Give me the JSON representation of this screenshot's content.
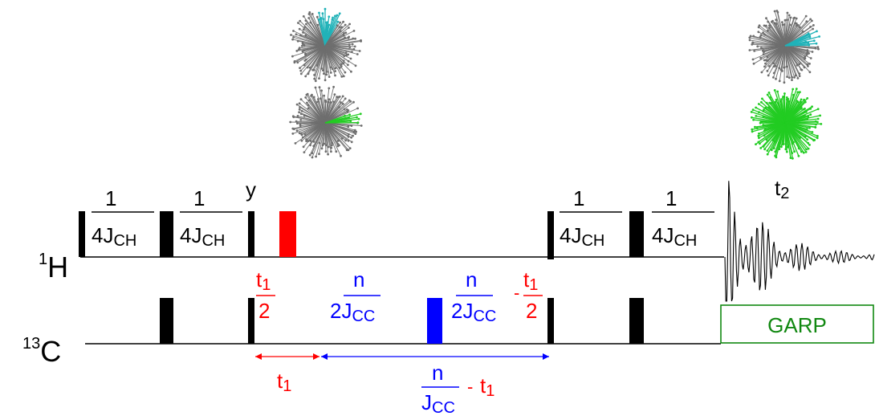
{
  "labels": {
    "h_nucleus": {
      "mass": "1",
      "symbol": "H"
    },
    "c_nucleus": {
      "mass": "13",
      "symbol": "C"
    },
    "phase_y": "y",
    "fraction_one": "1",
    "fraction_den_h": "4J",
    "fraction_den_h_sub": "CH",
    "t1_num": "t",
    "t1_num_sub": "1",
    "t1_den": "2",
    "n": "n",
    "den_2j": "2J",
    "den_sub_cc": "CC",
    "minus": "-",
    "t1_arrow_label": "t",
    "t1_arrow_sub": "1",
    "long_den": "J",
    "long_den_sub": "CC",
    "long_minus_t": "t",
    "long_minus_sub": "1",
    "t2": "t",
    "t2_sub": "2",
    "garp": "GARP"
  },
  "colors": {
    "axis": "#000000",
    "t1_red": "#ff0000",
    "blue": "#0000ff",
    "green_box": "#118811",
    "cyan": "#20b2b8",
    "green_arrows": "#22cc22",
    "grey_arrows": "#6e6e6e"
  },
  "icons": [
    "vector-fan-cyan-icon",
    "vector-fan-green-icon"
  ]
}
